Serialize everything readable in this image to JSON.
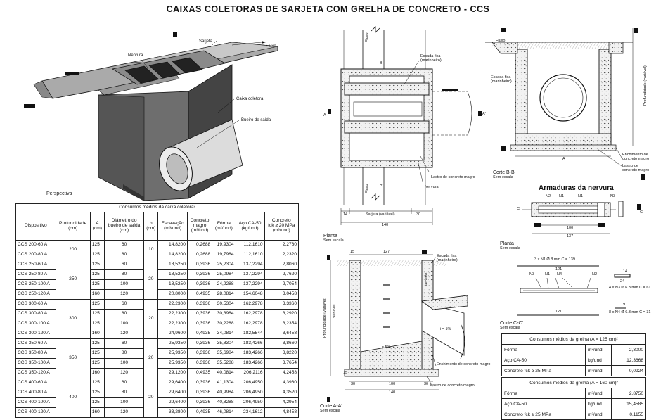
{
  "title": "CAIXAS COLETORAS DE SARJETA COM GRELHA DE CONCRETO - CCS",
  "perspective": {
    "caption": "Perspectiva",
    "labels": {
      "sarjeta": "Sarjeta",
      "fluxo": "Fluxo",
      "nervura": "Nervura",
      "caixa": "Caixa coletora",
      "bueiro": "Bueiro de saída"
    }
  },
  "plan": {
    "caption": "Planta",
    "note": "Sem escala",
    "labels": {
      "fluxo_top": "Fluxo",
      "fluxo_bottom": "Fluxo",
      "escada": "Escada fixa\n(marinheiro)",
      "lastro": "Lastro de concreto magro",
      "nervura": "Nervura",
      "sarjeta": "Sarjeta (variável)",
      "dim_left": "14",
      "dim_right": "30",
      "dim_total": "140",
      "a_left": "A",
      "a_right": "A'",
      "b_top": "B",
      "b_bot": "B'"
    }
  },
  "corte_bb": {
    "caption": "Corte B-B'",
    "note": "Sem escala",
    "labels": {
      "fluxo": "Fluxo",
      "escada": "Escada fixa\n(marinheiro)",
      "profundidade": "Profundidade (variável)",
      "a": "A",
      "enchimento": "Enchimento de\nconcreto magro",
      "lastro": "Lastro de\nconcreto magro"
    }
  },
  "corte_aa": {
    "caption": "Corte A-A'",
    "note": "Sem escala",
    "labels": {
      "dim_127": "127",
      "dim_15": "15",
      "escada": "Escada fixa\n(marinheiro)",
      "profundidade": "Profundidade (variável)",
      "variavel": "Variável",
      "diametro": "Diâmetro",
      "i1": "i = 1%",
      "i5": "i = 5%",
      "enchimento": "Enchimento de concreto magro",
      "lastro": "Lastro de concreto magro",
      "d30a": "30",
      "d100": "100",
      "d30b": "30",
      "d140": "140",
      "d15": "15"
    }
  },
  "armaduras": {
    "title": "Armaduras da nervura",
    "corte_caption": "Corte C-C'",
    "corte_note": "Sem escala",
    "planta_caption": "Planta",
    "planta_note": "Sem escala",
    "labels": {
      "n1a": "N1",
      "n1b": "N1",
      "n2": "N2",
      "n3": "N3",
      "c": "C",
      "c2": "C'",
      "d100": "100",
      "d137": "137",
      "bars": "3 x N1 Ø 8 mm C = 139",
      "d121": "121",
      "n3b": "N3",
      "n1c": "N1",
      "n4": "N4",
      "n2b": "N2",
      "d121b": "121",
      "s1": "14",
      "s2": "24",
      "n3spec": "4 x N3 Ø 6.3 mm C = 61",
      "s3": "9",
      "n4spec": "8 x N4 Ø 6.3 mm C = 31"
    }
  },
  "consumos": {
    "caption": "Consumos médios da caixa coletora²",
    "headers": [
      "Dispositivo",
      "Profundidade\n(cm)",
      "A\n(cm)",
      "Diâmetro do\nbueiro de saída\n(cm)",
      "h\n(cm)",
      "Escavação\n(m³/und)",
      "Concreto\nmagro\n(m³/und)",
      "Fôrma\n(m²/und)",
      "Aço CA-50\n(kg/und)",
      "Concreto\nfck ≥ 20 MPa\n(m³/und)"
    ],
    "groups": [
      {
        "prof": "200",
        "h": "10",
        "rows": [
          [
            "CCS 200-60 A",
            "125",
            "60",
            "14,8200",
            "0,2688",
            "19,9304",
            "112,1610",
            "2,2760"
          ],
          [
            "CCS 200-80 A",
            "125",
            "80",
            "14,8200",
            "0,2688",
            "19,7984",
            "112,1610",
            "2,2320"
          ]
        ]
      },
      {
        "prof": "250",
        "h": "20",
        "rows": [
          [
            "CCS 250-60 A",
            "125",
            "60",
            "18,5250",
            "0,3936",
            "25,2304",
            "137,2294",
            "2,8060"
          ],
          [
            "CCS 250-80 A",
            "125",
            "80",
            "18,5250",
            "0,3936",
            "25,0984",
            "137,2294",
            "2,7620"
          ],
          [
            "CCS 250-100 A",
            "125",
            "100",
            "18,5250",
            "0,3936",
            "24,9288",
            "137,2294",
            "2,7054"
          ],
          [
            "CCS 250-120 A",
            "160",
            "120",
            "20,8000",
            "0,4935",
            "28,0814",
            "154,6048",
            "3,0458"
          ]
        ]
      },
      {
        "prof": "300",
        "h": "20",
        "rows": [
          [
            "CCS 300-60 A",
            "125",
            "60",
            "22,2300",
            "0,3936",
            "30,5304",
            "162,2978",
            "3,3360"
          ],
          [
            "CCS 300-80 A",
            "125",
            "80",
            "22,2300",
            "0,3936",
            "30,3984",
            "162,2978",
            "3,2920"
          ],
          [
            "CCS 300-100 A",
            "125",
            "100",
            "22,2300",
            "0,3936",
            "30,2288",
            "162,2978",
            "3,2354"
          ],
          [
            "CCS 300-120 A",
            "160",
            "120",
            "24,9600",
            "0,4935",
            "34,0814",
            "182,5544",
            "3,6458"
          ]
        ]
      },
      {
        "prof": "350",
        "h": "20",
        "rows": [
          [
            "CCS 350-60 A",
            "125",
            "60",
            "25,9350",
            "0,3936",
            "35,8304",
            "183,4266",
            "3,8660"
          ],
          [
            "CCS 350-80 A",
            "125",
            "80",
            "25,9350",
            "0,3936",
            "35,6984",
            "183,4266",
            "3,8220"
          ],
          [
            "CCS 350-100 A",
            "125",
            "100",
            "25,9350",
            "0,3936",
            "35,5288",
            "183,4266",
            "3,7654"
          ],
          [
            "CCS 350-120 A",
            "160",
            "120",
            "29,1200",
            "0,4935",
            "40,0814",
            "206,2116",
            "4,2458"
          ]
        ]
      },
      {
        "prof": "400",
        "h": "20",
        "rows": [
          [
            "CCS 400-60 A",
            "125",
            "60",
            "29,6400",
            "0,3936",
            "41,1304",
            "206,4950",
            "4,3960"
          ],
          [
            "CCS 400-80 A",
            "125",
            "80",
            "29,6400",
            "0,3936",
            "40,9984",
            "206,4950",
            "4,3520"
          ],
          [
            "CCS 400-100 A",
            "125",
            "100",
            "29,6400",
            "0,3936",
            "40,8288",
            "206,4950",
            "4,2954"
          ],
          [
            "CCS 400-120 A",
            "160",
            "120",
            "33,2800",
            "0,4935",
            "46,0814",
            "234,1612",
            "4,8458"
          ]
        ]
      }
    ]
  },
  "grelha125": {
    "caption": "Consumos médios da grelha (A = 125 cm)²",
    "rows": [
      [
        "Fôrma",
        "m²/und",
        "2,3000"
      ],
      [
        "Aço CA-50",
        "kg/und",
        "12,3668"
      ],
      [
        "Concreto fck ≥ 25 MPa",
        "m³/und",
        "0,0924"
      ]
    ]
  },
  "grelha160": {
    "caption": "Consumos médios da grelha (A = 160 cm)²",
    "rows": [
      [
        "Fôrma",
        "m²/und",
        "2,8750"
      ],
      [
        "Aço CA-50",
        "kg/und",
        "15,4585"
      ],
      [
        "Concreto fck ≥ 25 MPa",
        "m³/und",
        "0,1155"
      ]
    ]
  }
}
